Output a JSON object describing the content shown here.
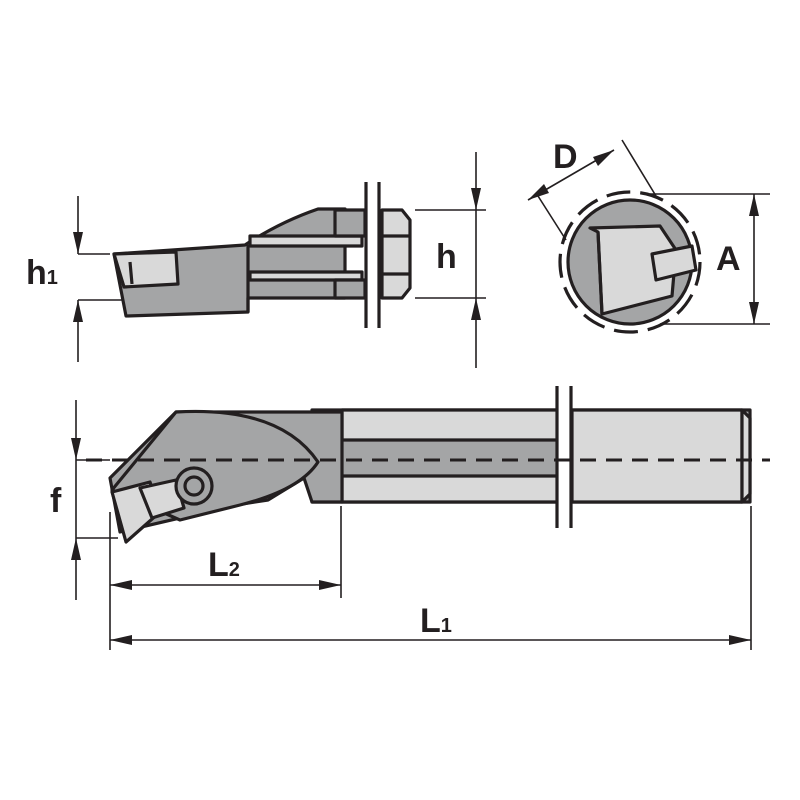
{
  "colors": {
    "ink": "#231f20",
    "tool_body": "#a4a5a6",
    "tool_light": "#d9d9d9",
    "background": "#ffffff"
  },
  "labels": {
    "h1": {
      "main": "h",
      "sub": "1"
    },
    "h": {
      "main": "h"
    },
    "D": {
      "main": "D"
    },
    "A": {
      "main": "A"
    },
    "f": {
      "main": "f"
    },
    "L2": {
      "main": "L",
      "sub": "2"
    },
    "L1": {
      "main": "L",
      "sub": "1"
    }
  }
}
